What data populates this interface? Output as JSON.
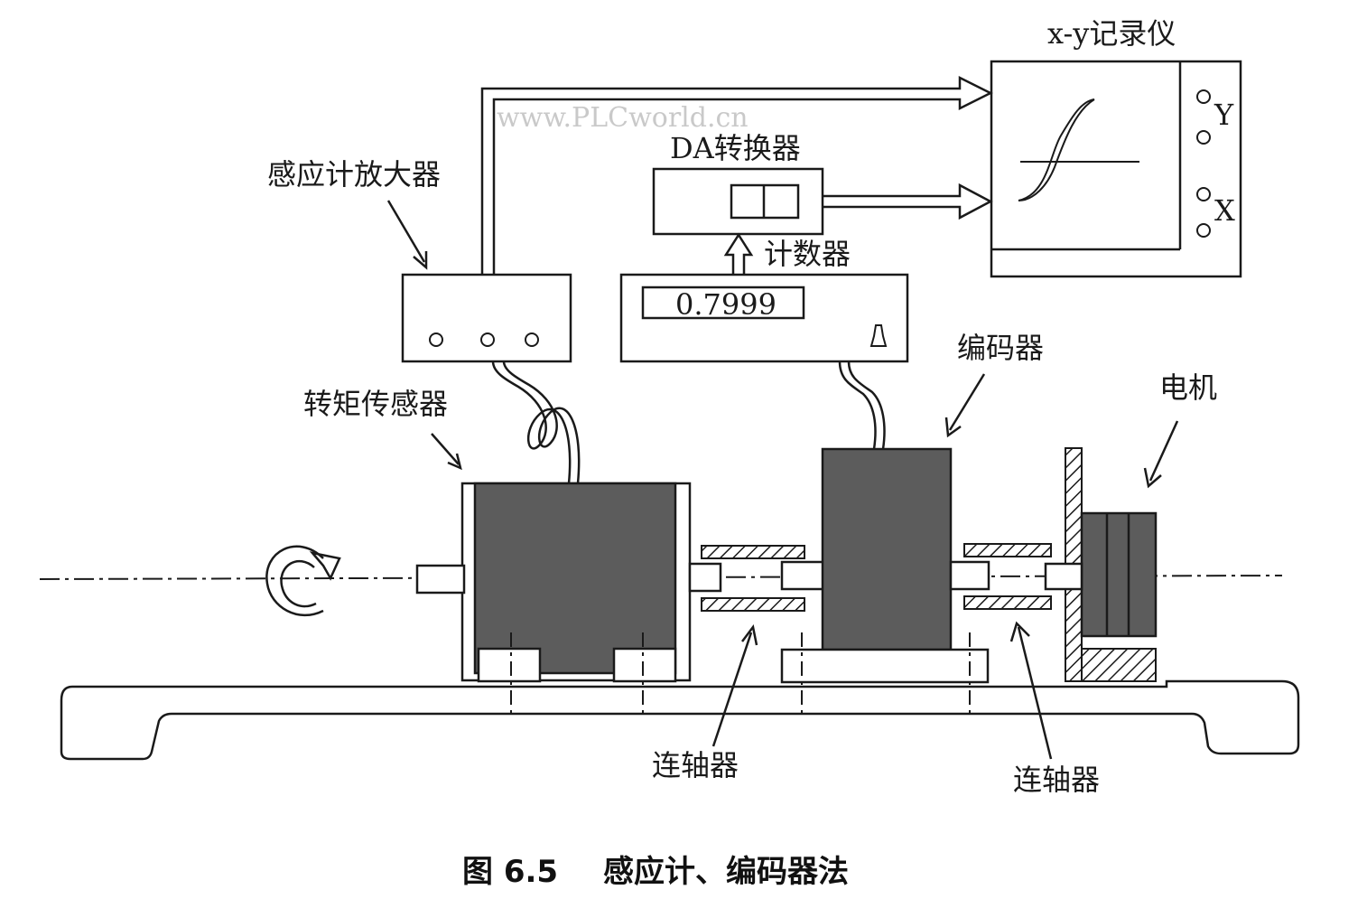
{
  "labels": {
    "xy_recorder": "x-y记录仪",
    "y_port": "Y",
    "x_port": "X",
    "da_converter": "DA转换器",
    "sensor_amp": "感应计放大器",
    "counter": "计数器",
    "counter_value": "0.7999",
    "encoder": "编码器",
    "motor": "电机",
    "torque_sensor": "转矩传感器",
    "coupling_left": "连轴器",
    "coupling_right": "连轴器"
  },
  "watermark": "www.PLCworld.cn",
  "caption": {
    "number": "图 6.5",
    "title": "感应计、编码器法"
  }
}
